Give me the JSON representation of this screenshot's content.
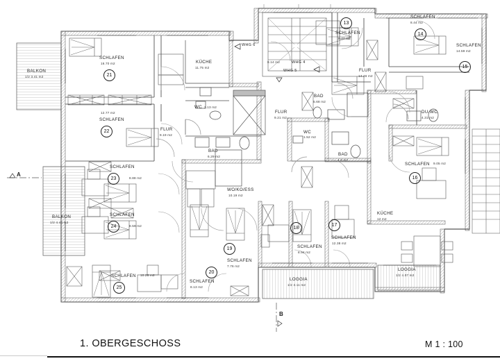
{
  "drawing": {
    "title": "1. OBERGESCHOSS",
    "scale": "M 1 : 100",
    "section_markers": [
      {
        "name": "section-marker-a",
        "label": "A"
      },
      {
        "name": "section-marker-b",
        "label": "B"
      }
    ],
    "unit_labels": [
      {
        "label": "WHG 6"
      },
      {
        "label": "WHG 5"
      },
      {
        "label": "WHG 4"
      }
    ],
    "stair_area": "8.14 m2"
  },
  "rooms": [
    {
      "id": "21",
      "name": "SCHLAFEN",
      "area": "16.70 m2"
    },
    {
      "id": "22",
      "name": "SCHLAFEN",
      "area": "12.77 m2"
    },
    {
      "id": "23",
      "name": "SCHLAFEN",
      "area": "8.88 m2"
    },
    {
      "id": "24",
      "name": "SCHLAFEN",
      "area": "8.59 m2"
    },
    {
      "id": "25",
      "name": "SCHLAFEN",
      "area": "10.28 m2"
    },
    {
      "id": "20",
      "name": "SCHLAFEN",
      "area": "8.13 m2"
    },
    {
      "id": "19",
      "name": "SCHLAFEN",
      "area": "7.76 m2"
    },
    {
      "id": "18",
      "name": "SCHLAFEN",
      "area": "8.94 m2"
    },
    {
      "id": "17",
      "name": "SCHLAFEN",
      "area": "12.38 m2"
    },
    {
      "id": "16",
      "name": "SCHLAFEN",
      "area": "9.05 m2"
    },
    {
      "id": "15",
      "name": "SCHLAFEN",
      "area": "14.59 m2"
    },
    {
      "id": "14",
      "name": "SCHLAFEN",
      "area": "8.44 m2"
    },
    {
      "id": "13",
      "name": "SCHLAFEN",
      "area": "8.77 m2"
    }
  ],
  "unnumbered_rooms": [
    {
      "key": "balkon_top",
      "name": "BALKON",
      "area": "1/2 3.41 m2"
    },
    {
      "key": "balkon_bottom",
      "name": "BALKON",
      "area": "1/2 4.44 m2"
    },
    {
      "key": "kueche_left",
      "name": "KÜCHE",
      "area": "11.75 m2"
    },
    {
      "key": "kueche_right",
      "name": "KÜCHE",
      "area": "12 m2"
    },
    {
      "key": "wc_left",
      "name": "WC",
      "area": "3.13 m2"
    },
    {
      "key": "wc_mid",
      "name": "WC",
      "area": "1.52 m2"
    },
    {
      "key": "bad_left",
      "name": "BAD",
      "area": "6.29 m2"
    },
    {
      "key": "bad_upper",
      "name": "BAD",
      "area": "5.68 m2"
    },
    {
      "key": "bad_lower",
      "name": "BAD",
      "area": "4.8 m2"
    },
    {
      "key": "duwc",
      "name": "DU-WC",
      "area": "4.31 m2"
    },
    {
      "key": "flur_left",
      "name": "FLUR",
      "area": "9.19 m2"
    },
    {
      "key": "flur_mid",
      "name": "FLUR",
      "area": "9.21 m2"
    },
    {
      "key": "flur_right",
      "name": "FLUR",
      "area": "14.46 m2"
    },
    {
      "key": "wohnen",
      "name": "WO/KO/ESS",
      "area": "10.19 m2"
    },
    {
      "key": "loggia_left",
      "name": "LOGGIA",
      "area": "1/2 3.11 m2"
    },
    {
      "key": "loggia_right",
      "name": "LOGGIA",
      "area": "1/2 4.07 m2"
    }
  ]
}
